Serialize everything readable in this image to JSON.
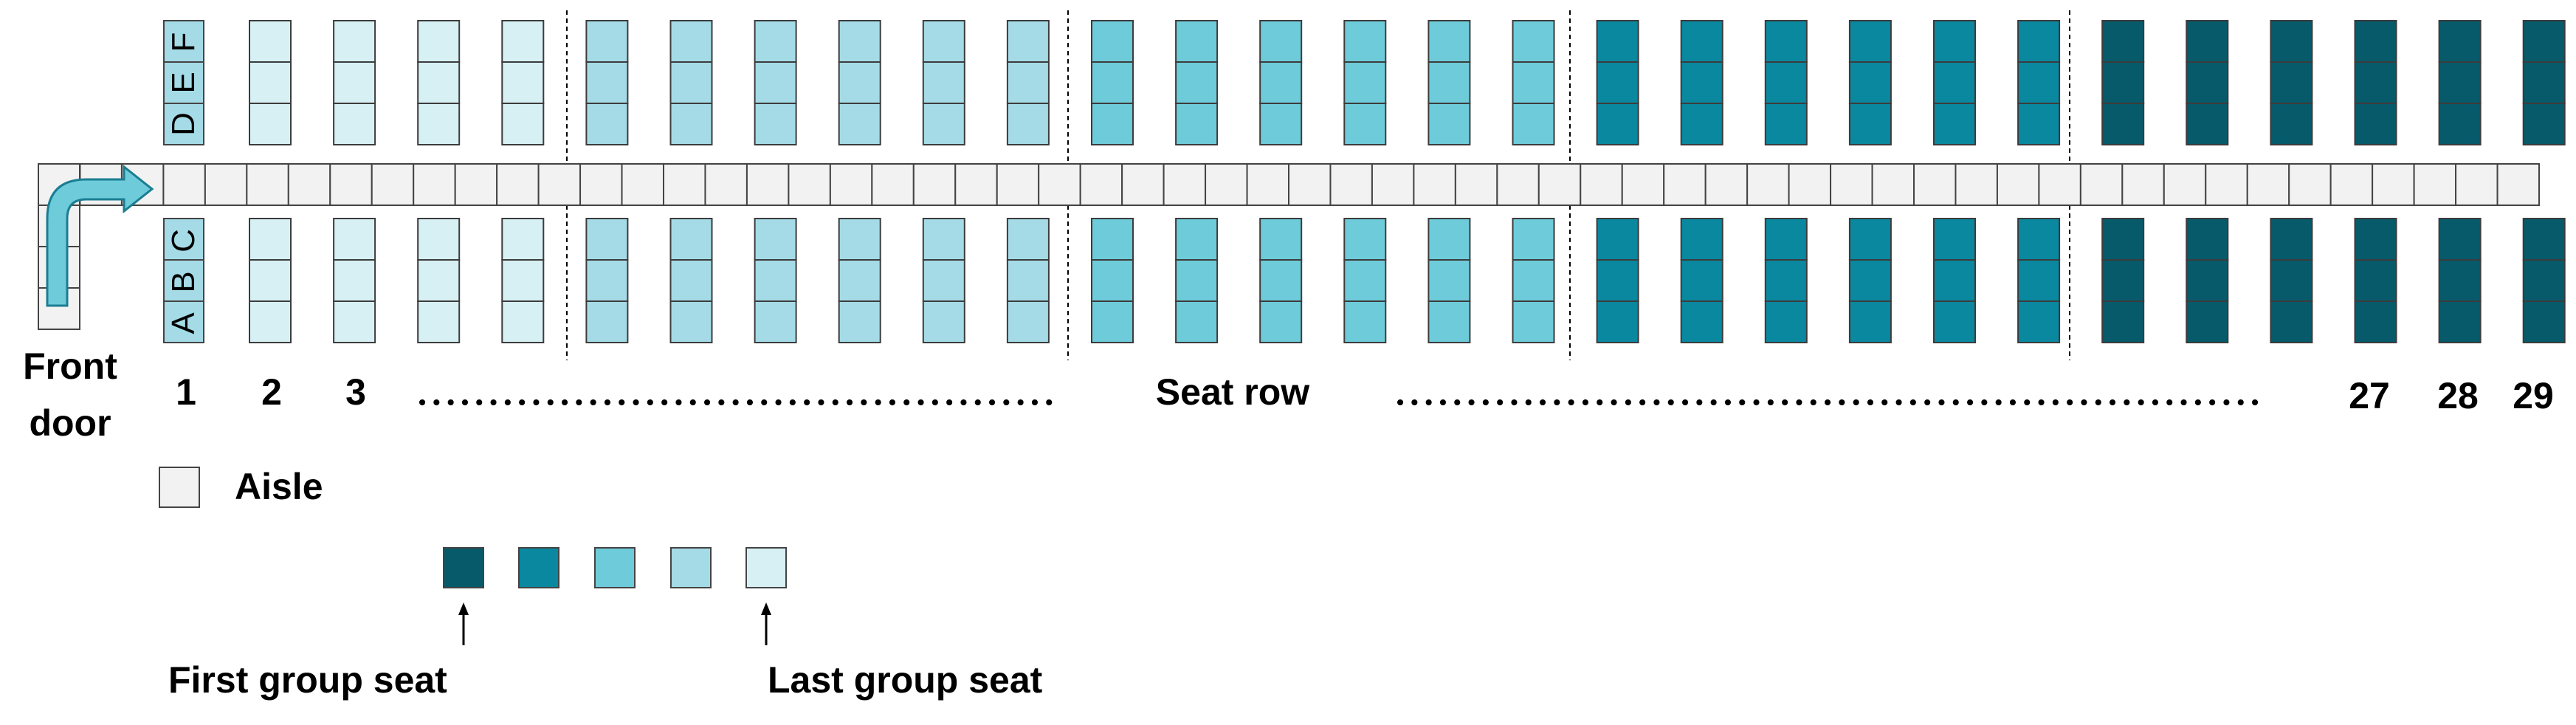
{
  "diagram": {
    "seat_letters_upper": [
      "D",
      "E",
      "F"
    ],
    "seat_letters_lower": [
      "A",
      "B",
      "C"
    ],
    "front_door_lines": [
      "Front",
      "door"
    ],
    "row_labels": [
      "1",
      "2",
      "3",
      "27",
      "28",
      "29"
    ],
    "seat_row_label": "Seat row",
    "aisle_label": "Aisle",
    "first_group_label": "First group seat",
    "last_group_label": "Last group seat",
    "group_colors": [
      "#065a6a",
      "#0a889f",
      "#6ecbd9",
      "#a5dbe6",
      "#d6f0f4"
    ],
    "aisle_color": "#f2f2f2",
    "row_group_sequence": [
      4,
      4,
      4,
      4,
      4,
      3,
      3,
      3,
      3,
      3,
      3,
      2,
      2,
      2,
      2,
      2,
      2,
      1,
      1,
      1,
      1,
      1,
      1,
      0,
      0,
      0,
      0,
      0,
      0
    ]
  }
}
